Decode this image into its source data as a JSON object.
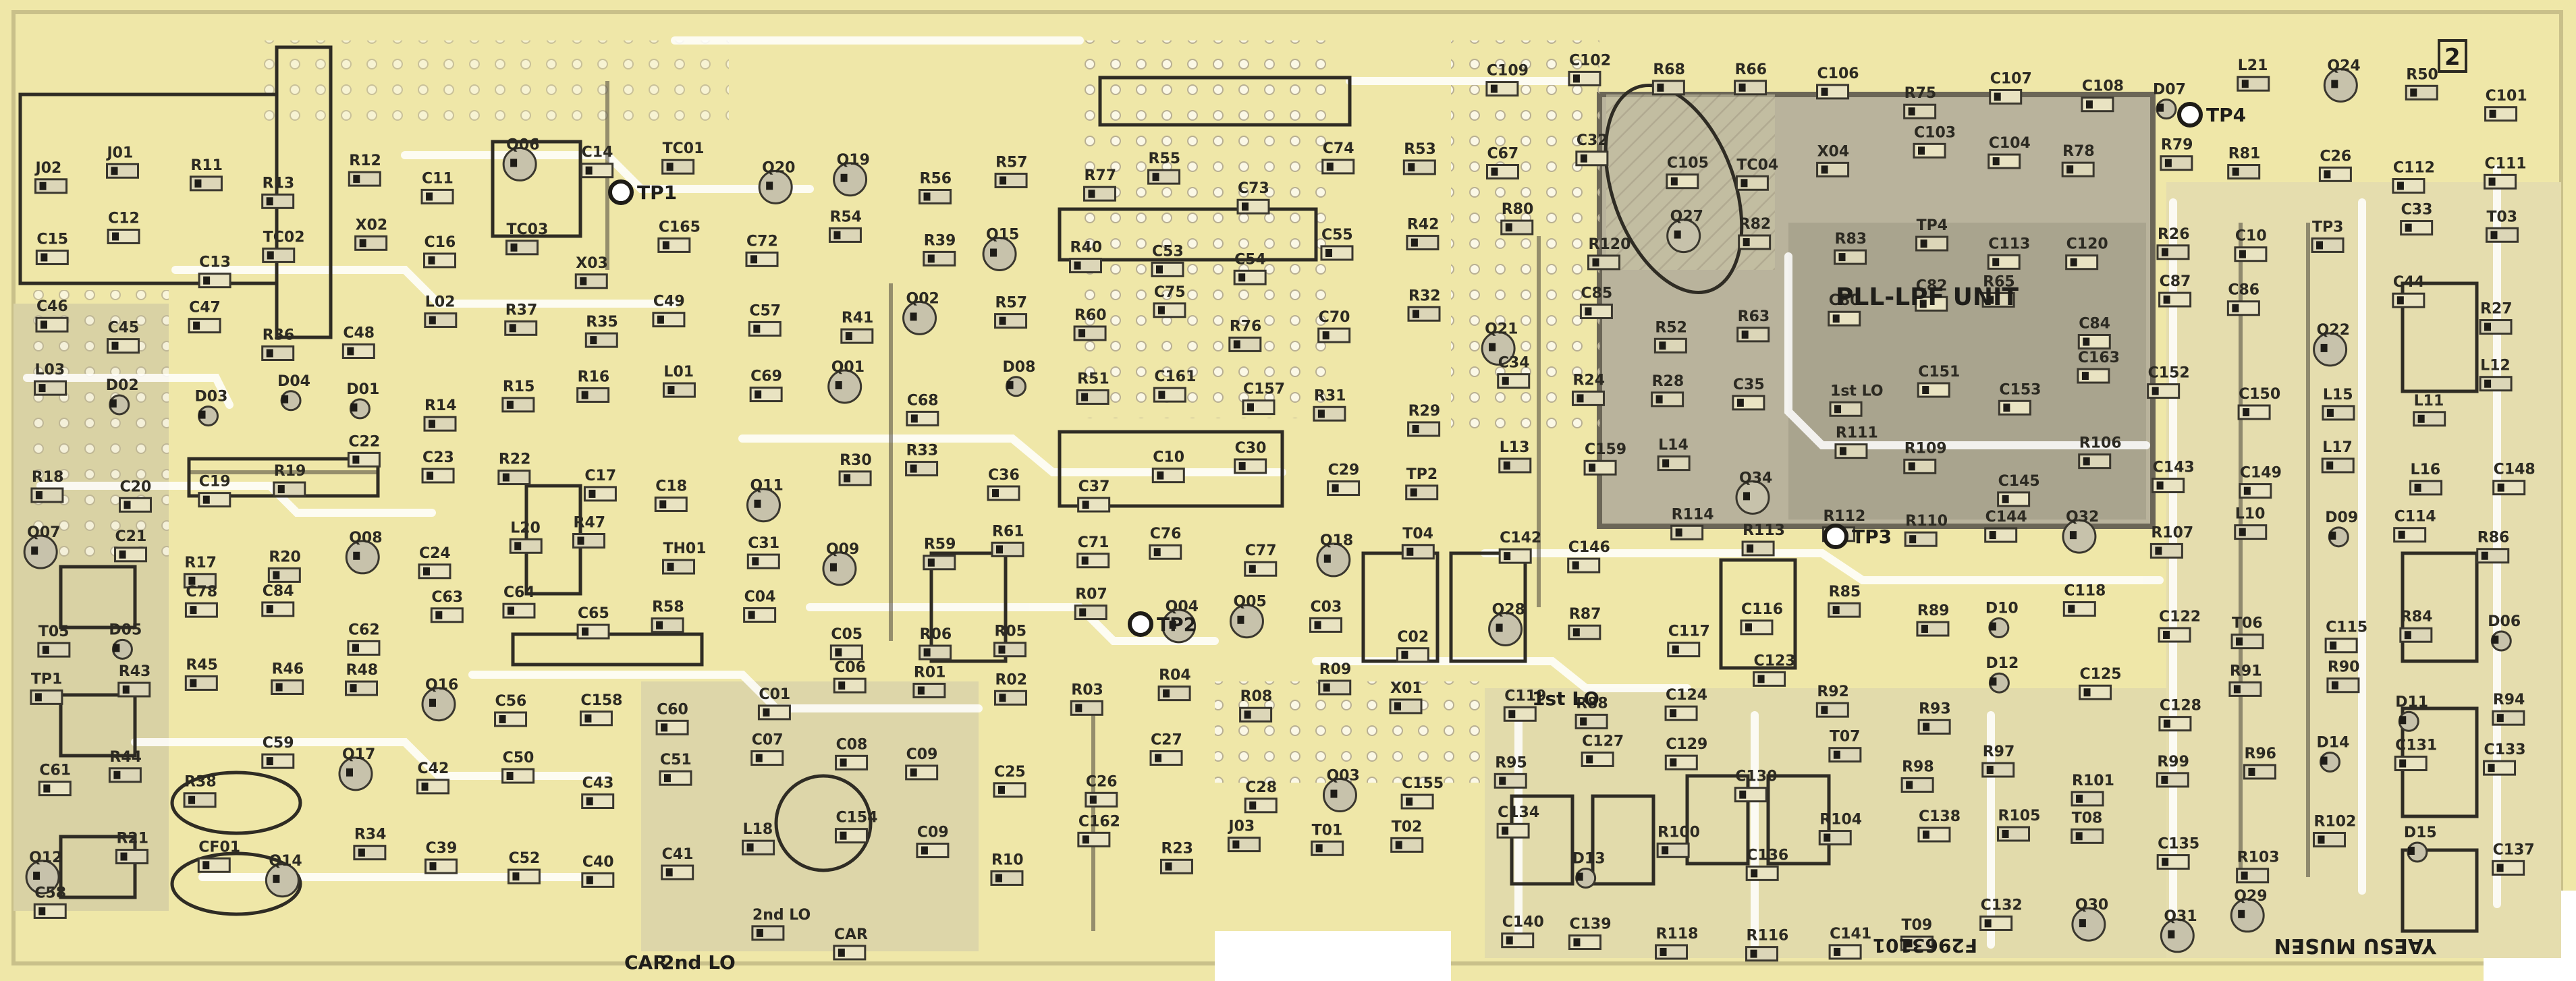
{
  "board": {
    "unit_label": "PLL-LPF UNIT",
    "maker_label": "YAESU MUSEN",
    "part_number": "F2963101",
    "corner_number": "2",
    "test_points": [
      "TP1",
      "TP2",
      "TP3",
      "TP4"
    ],
    "special_labels": [
      "1st LO",
      "2nd LO",
      "CAR"
    ],
    "colors": {
      "board": "#efe7a8",
      "copper_area": "#b9b39c",
      "silkscreen": "#2c2a22",
      "trace_light": "#ffffff"
    }
  },
  "labels": {
    "left": [
      "J02",
      "J01",
      "R11",
      "R13",
      "R12",
      "C11",
      "Q06",
      "C14",
      "TC01",
      "C15",
      "C12",
      "C13",
      "TC02",
      "X02",
      "C16",
      "TC03",
      "X03",
      "C165",
      "C46",
      "C45",
      "C47",
      "R36",
      "C48",
      "L02",
      "R37",
      "R35",
      "C49",
      "L03",
      "D02",
      "D03",
      "D04",
      "D01",
      "R14",
      "R15",
      "R16",
      "L01",
      "R18",
      "C20",
      "C19",
      "R19",
      "C22",
      "C23",
      "R22",
      "C17",
      "C18",
      "Q07",
      "C21",
      "R17",
      "R20",
      "Q08",
      "C24",
      "L20",
      "R47",
      "TH01",
      "T05",
      "D05",
      "C78",
      "C84",
      "C62",
      "C63",
      "C64",
      "C65",
      "R58",
      "TP1",
      "R43",
      "R45",
      "R46",
      "R48",
      "Q16",
      "C56",
      "C158",
      "C60",
      "C61",
      "R44",
      "R38",
      "C59",
      "Q17",
      "C42",
      "C50",
      "C43",
      "C51",
      "Q12",
      "R21",
      "CF01",
      "Q14",
      "R34",
      "C39",
      "C52",
      "C40",
      "C41",
      "C58"
    ],
    "center": [
      "Q20",
      "Q19",
      "R56",
      "R57",
      "R77",
      "R55",
      "C73",
      "C74",
      "R53",
      "C72",
      "R54",
      "R39",
      "Q15",
      "R40",
      "C53",
      "C54",
      "C55",
      "R42",
      "C57",
      "R41",
      "Q02",
      "R57",
      "R60",
      "C75",
      "R76",
      "C70",
      "R32",
      "C69",
      "Q01",
      "C68",
      "D08",
      "R51",
      "C161",
      "C157",
      "R31",
      "R29",
      "Q11",
      "R30",
      "R33",
      "C36",
      "C37",
      "C10",
      "C30",
      "C29",
      "TP2",
      "C31",
      "Q09",
      "R59",
      "R61",
      "C71",
      "C76",
      "C77",
      "Q18",
      "T04",
      "C04",
      "C05",
      "R06",
      "R05",
      "R07",
      "Q04",
      "Q05",
      "C03",
      "C02",
      "C01",
      "C06",
      "R01",
      "R02",
      "R03",
      "R04",
      "R08",
      "R09",
      "X01",
      "C07",
      "C08",
      "C09",
      "C25",
      "C26",
      "C27",
      "C28",
      "Q03",
      "C155",
      "L18",
      "C154",
      "C09",
      "R10",
      "C162",
      "R23",
      "J03",
      "T01",
      "T02",
      "2nd LO",
      "CAR"
    ],
    "right": [
      "C109",
      "C102",
      "R68",
      "R66",
      "C106",
      "R75",
      "C107",
      "C108",
      "D07",
      "L21",
      "Q24",
      "R50",
      "C101",
      "C67",
      "C32",
      "C105",
      "TC04",
      "X04",
      "C103",
      "C104",
      "R78",
      "R79",
      "R81",
      "C26",
      "C112",
      "C111",
      "R80",
      "R120",
      "Q27",
      "R82",
      "R83",
      "TP4",
      "C113",
      "C120",
      "R26",
      "C10",
      "TP3",
      "C33",
      "T03",
      "Q21",
      "C85",
      "R52",
      "R63",
      "C80",
      "C82",
      "R65",
      "C84",
      "C87",
      "C86",
      "Q22",
      "C44",
      "R27",
      "C34",
      "R24",
      "R28",
      "C35",
      "1st LO",
      "C151",
      "C153",
      "C163",
      "C152",
      "C150",
      "L15",
      "L11",
      "L12",
      "L13",
      "C159",
      "L14",
      "Q34",
      "R111",
      "R109",
      "C145",
      "R106",
      "C143",
      "C149",
      "L17",
      "L16",
      "C148",
      "C142",
      "C146",
      "R114",
      "R113",
      "R112",
      "R110",
      "C144",
      "Q32",
      "R107",
      "L10",
      "D09",
      "C114",
      "R86",
      "Q28",
      "R87",
      "C117",
      "C116",
      "R85",
      "R89",
      "D10",
      "C118",
      "C122",
      "T06",
      "C115",
      "R84",
      "D06",
      "C119",
      "R88",
      "C124",
      "C123",
      "R92",
      "R93",
      "D12",
      "C125",
      "C128",
      "R91",
      "R90",
      "D11",
      "R94",
      "R95",
      "C127",
      "C129",
      "C130",
      "T07",
      "R98",
      "R97",
      "R101",
      "R99",
      "R96",
      "D14",
      "C131",
      "C133",
      "C134",
      "D13",
      "R100",
      "C136",
      "R104",
      "C138",
      "R105",
      "T08",
      "C135",
      "R103",
      "R102",
      "D15",
      "C137",
      "C140",
      "C139",
      "R118",
      "R116",
      "C141",
      "T09",
      "C132",
      "Q30",
      "Q31",
      "Q29"
    ]
  }
}
